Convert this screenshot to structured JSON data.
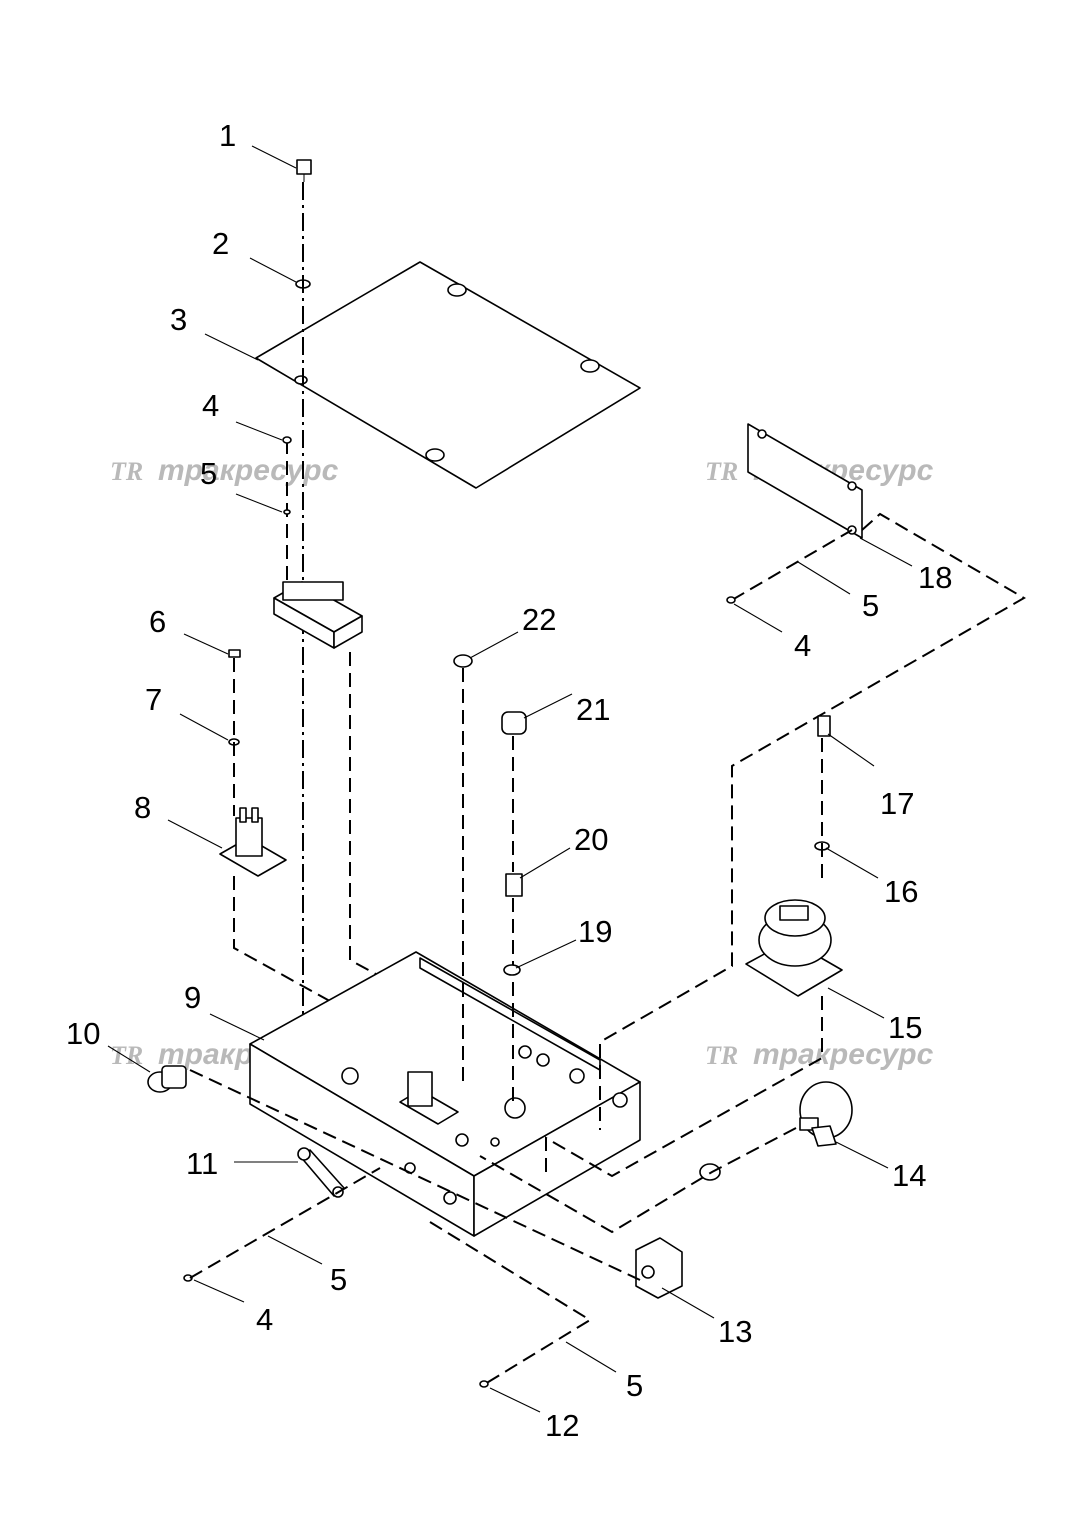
{
  "watermarks": [
    {
      "logo": "TR",
      "text": "тракресурс"
    },
    {
      "logo": "TR",
      "text": "тракресурс"
    },
    {
      "logo": "TR",
      "text": "тракресурс"
    },
    {
      "logo": "TR",
      "text": "тракресурс"
    }
  ],
  "callouts": {
    "c1": "1",
    "c2": "2",
    "c3": "3",
    "c4a": "4",
    "c5a": "5",
    "c6": "6",
    "c7": "7",
    "c8": "8",
    "c9": "9",
    "c10": "10",
    "c11": "11",
    "c4b": "4",
    "c5b": "5",
    "c12": "12",
    "c5c": "5",
    "c13": "13",
    "c14": "14",
    "c15": "15",
    "c16": "16",
    "c17": "17",
    "c18": "18",
    "c5d": "5",
    "c4c": "4",
    "c19": "19",
    "c20": "20",
    "c21": "21",
    "c22": "22"
  }
}
